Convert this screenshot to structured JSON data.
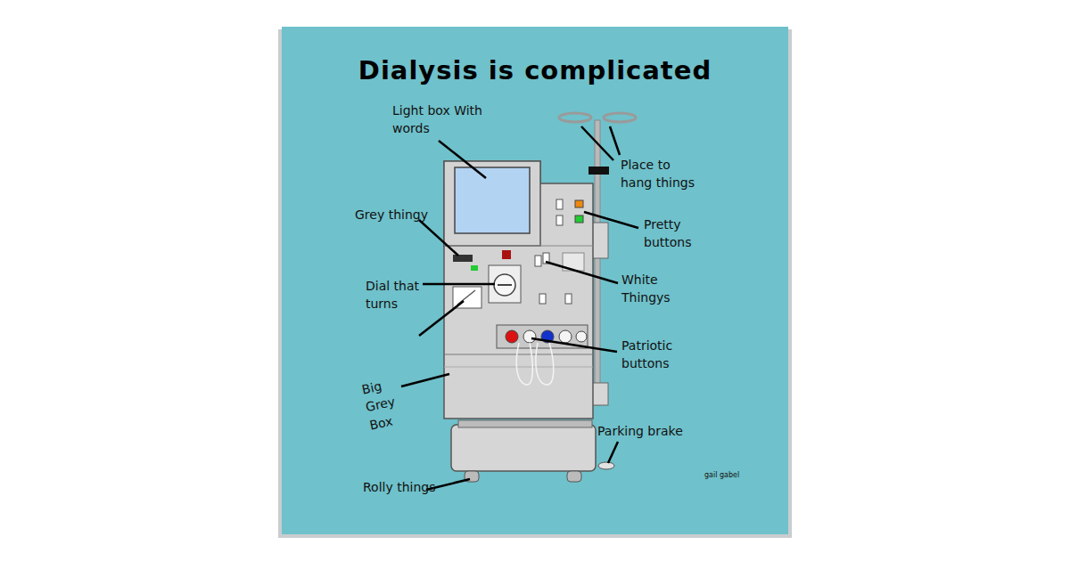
{
  "diagram": {
    "title": "Dialysis is complicated",
    "labels": [
      "Light box With words",
      "Place to hang things",
      "Grey thingy",
      "Pretty buttons",
      "Dial that turns",
      "White Thingys",
      "Patriotic buttons",
      "Big Grey Box",
      "Parking brake",
      "Rolly things",
      "gail gabel"
    ]
  }
}
